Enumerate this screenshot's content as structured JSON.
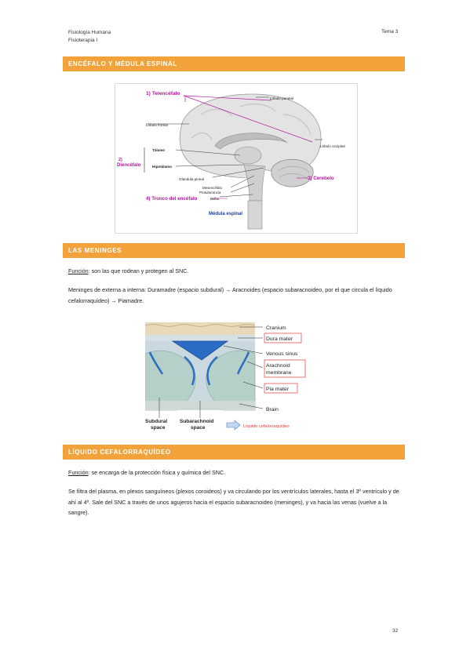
{
  "header": {
    "subject": "Fisiología Humana",
    "course": "Fisioterapia I",
    "topic": "Tema 3"
  },
  "sections": {
    "encefalo": {
      "title": "ENCÉFALO Y MÉDULA ESPINAL"
    },
    "meninges": {
      "title": "LAS MENINGES",
      "func_label": "Función",
      "func_text": ": son las que rodean y protegen al SNC.",
      "order_text": "Meninges de externa a interna: Duramadre (espacio subdural) → Aracnoides (espacio subaracnoideo, por el que circula el líquido cefalorraquídeo) → Piamadre."
    },
    "lcr": {
      "title": "LÍQUIDO CEFALORRAQUÍDEO",
      "func_label": "Función",
      "func_text": ": se encarga de la protección física y química del SNC.",
      "body_text": "Se filtra del plasma, en plexos sanguíneos (plexos coroideos) y va circulando por los ventrículos laterales, hasta el 3º ventrículo y de ahí al 4º. Sale del SNC a través de unos agujeros hacia el espacio subaracnoideo (meninges), y va hacia las venas (vuelve a la sangre)."
    }
  },
  "brain_figure": {
    "telencefalo": "1) Telencéfalo",
    "lobulo_parietal": "Lóbulo parietal",
    "lobulo_frontal": "Lóbulo frontal",
    "lobulo_occipital": "Lóbulo occipital",
    "diencefalo_num": "2)",
    "diencefalo": "Diencéfalo",
    "talamo": "Tálamo",
    "hipotalamo": "Hipotálamo",
    "glandula_pineal": "Glándula pineal",
    "cerebelo": "3) Cerebelo",
    "mesencefalo": "Mesencéfalo",
    "protuberancia": "Protuberancia",
    "bulbo": "Bulbo",
    "tronco": "4) Tronco del encéfalo",
    "medula": "Médula espinal"
  },
  "meninges_figure": {
    "cranium": "Cranium",
    "dura_mater": "Dura mater",
    "venous_sinus": "Venous sinus",
    "arachnoid_1": "Arachnoid",
    "arachnoid_2": "membrane",
    "pia_mater": "Pia mater",
    "brain": "Brain",
    "subdural_1": "Subdural",
    "subdural_2": "space",
    "subarachnoid_1": "Subarachnoid",
    "subarachnoid_2": "space",
    "lcr_label": "Líquido cefalorraquídeo"
  },
  "footer": {
    "page": "32"
  },
  "colors": {
    "band": "#f2a23a",
    "magenta": "#b0179a",
    "navy": "#1f3f9e",
    "csf_blue": "#2b6cc4",
    "highlight_red": "#e23a3a"
  }
}
